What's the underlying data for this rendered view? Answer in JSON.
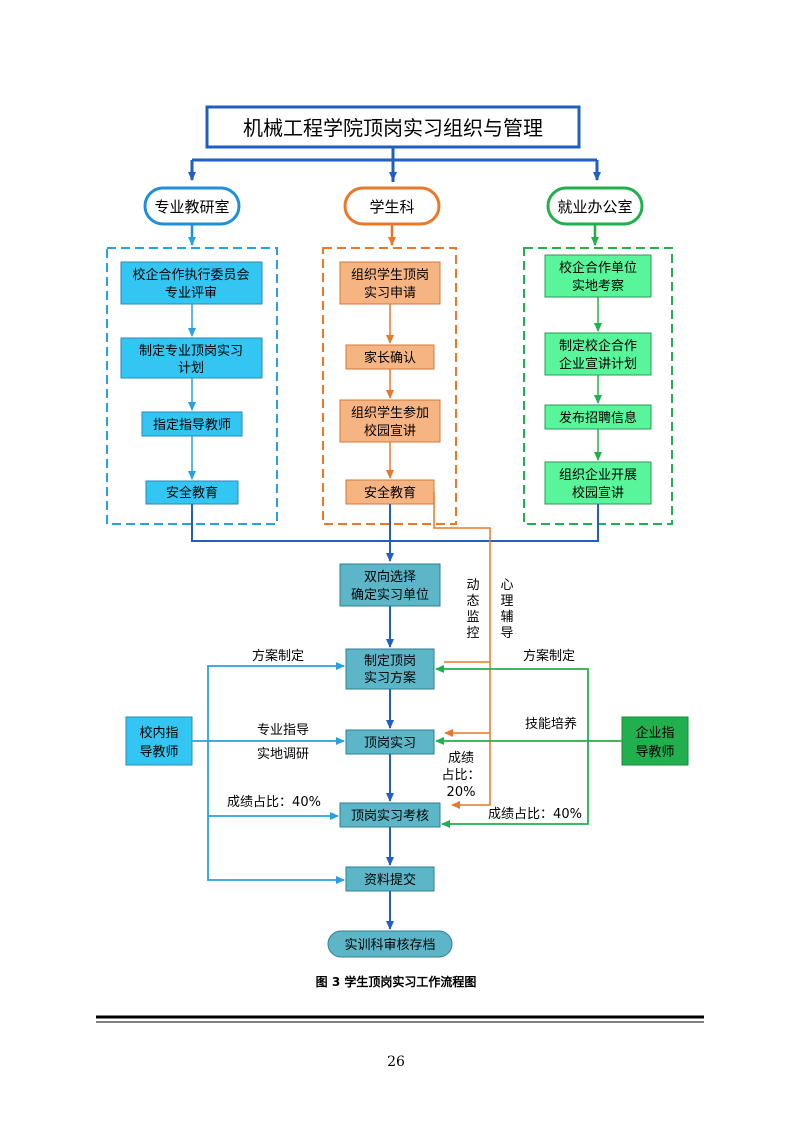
{
  "title": "机械工程学院顶岗实习组织与管理",
  "departments": {
    "left": "专业教研室",
    "middle": "学生科",
    "right": "就业办公室"
  },
  "left_steps": [
    [
      "校企合作执行委员会",
      "专业评审"
    ],
    [
      "制定专业顶岗实习",
      "计划"
    ],
    [
      "指定指导教师"
    ],
    [
      "安全教育"
    ]
  ],
  "middle_steps": [
    [
      "组织学生顶岗",
      "实习申请"
    ],
    [
      "家长确认"
    ],
    [
      "组织学生参加",
      "校园宣讲"
    ],
    [
      "安全教育"
    ]
  ],
  "right_steps": [
    [
      "校企合作单位",
      "实地考察"
    ],
    [
      "制定校企合作",
      "企业宣讲计划"
    ],
    [
      "发布招聘信息"
    ],
    [
      "组织企业开展",
      "校园宣讲"
    ]
  ],
  "main_flow": [
    [
      "双向选择",
      "确定实习单位"
    ],
    [
      "制定顶岗",
      "实习方案"
    ],
    [
      "顶岗实习"
    ],
    [
      "顶岗实习考核"
    ],
    [
      "资料提交"
    ]
  ],
  "final_step": "实训科审核存档",
  "side_nodes": {
    "school_teacher": [
      "校内指",
      "导教师"
    ],
    "company_teacher": [
      "企业指",
      "导教师"
    ]
  },
  "edge_labels": {
    "dynamic_monitor": [
      "动",
      "态",
      "监",
      "控"
    ],
    "psych_counsel": [
      "心",
      "理",
      "辅",
      "导"
    ],
    "plan_left": "方案制定",
    "plan_right": "方案制定",
    "guidance": [
      "专业指导",
      "实地调研"
    ],
    "skill": "技能培养",
    "score_mid": [
      "成绩",
      "占比：",
      "20%"
    ],
    "score_left": "成绩占比：40%",
    "score_right": "成绩占比：40%"
  },
  "caption": "图 3  学生顶岗实习工作流程图",
  "page_number": "26",
  "colors": {
    "blue": "#1f5fbf",
    "cyan_fill": "#33c6f2",
    "orange": "#e8782a",
    "orange_fill": "#f6b483",
    "green": "#22b04e",
    "green_fill": "#59f59a",
    "teal_fill": "#5cb6c8",
    "light_blue_line": "#29a0e0"
  }
}
